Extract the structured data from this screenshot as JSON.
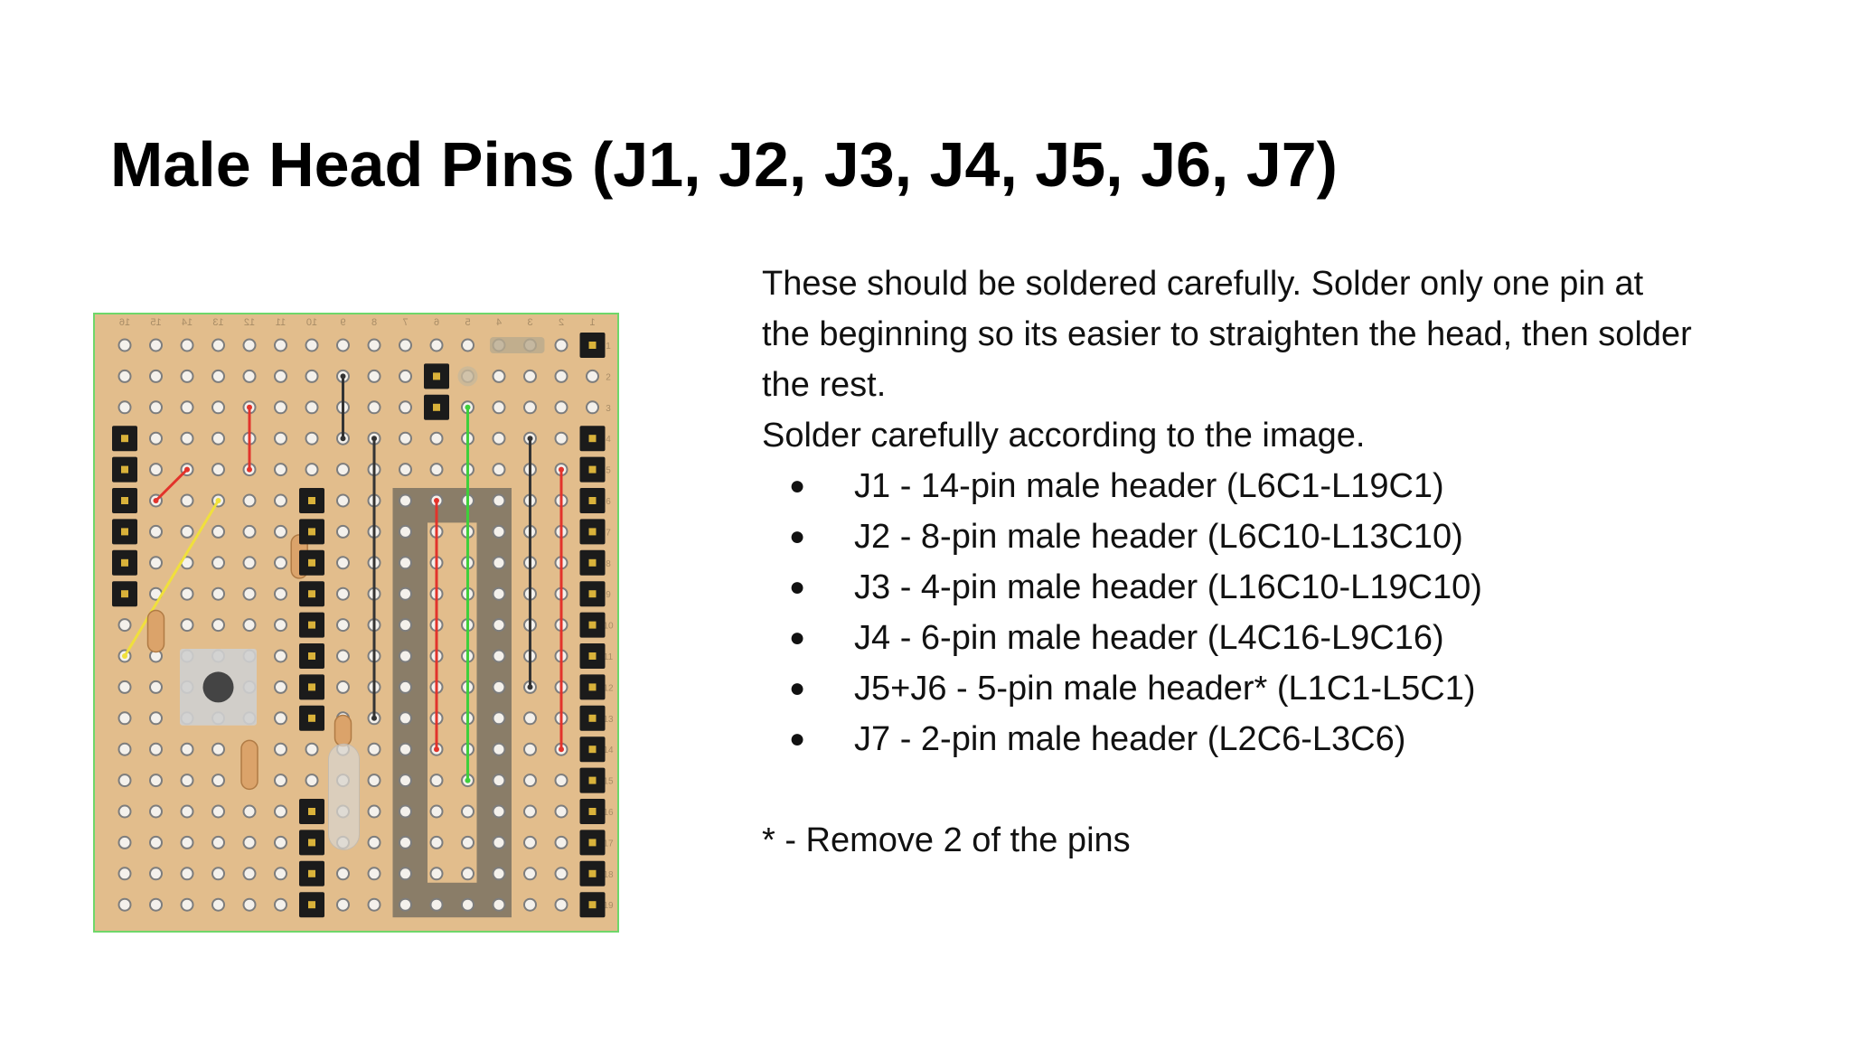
{
  "slide": {
    "title": "Male Head Pins (J1, J2, J3, J4, J5, J6, J7)",
    "intro": [
      "These should be soldered carefully. Solder only one pin at",
      "the beginning so its easier to straighten the head, then solder",
      "the rest.",
      "Solder carefully according to the image."
    ],
    "bullets": [
      "J1 - 14-pin male header (L6C1-L19C1)",
      "J2 - 8-pin male header (L6C10-L13C10)",
      "J3 - 4-pin male header (L16C10-L19C10)",
      "J4 - 6-pin male header (L4C16-L9C16)",
      "J5+J6 - 5-pin male header* (L1C1-L5C1)",
      "J7 - 2-pin male header (L2C6-L3C6)"
    ],
    "footnote": "* - Remove 2 of the pins"
  },
  "board": {
    "column_labels": [
      "16",
      "15",
      "14",
      "13",
      "12",
      "11",
      "10",
      "9",
      "8",
      "7",
      "6",
      "5",
      "4",
      "3",
      "2",
      "1"
    ],
    "row_labels": [
      "1",
      "2",
      "3",
      "4",
      "5",
      "6",
      "7",
      "8",
      "9",
      "10",
      "11",
      "12",
      "13",
      "14",
      "15",
      "16",
      "17",
      "18",
      "19"
    ],
    "colors": {
      "board": "#e2bd8c",
      "hole": "#f4f1ec",
      "hole_ring": "#7d7d7d",
      "header": "#1b1b1b",
      "pin": "#d9b23a",
      "wire_red": "#e2332b",
      "wire_green": "#3fcf3b",
      "wire_yellow": "#f0e03c",
      "wire_black": "#333333",
      "frame": "#6fd76a"
    }
  }
}
